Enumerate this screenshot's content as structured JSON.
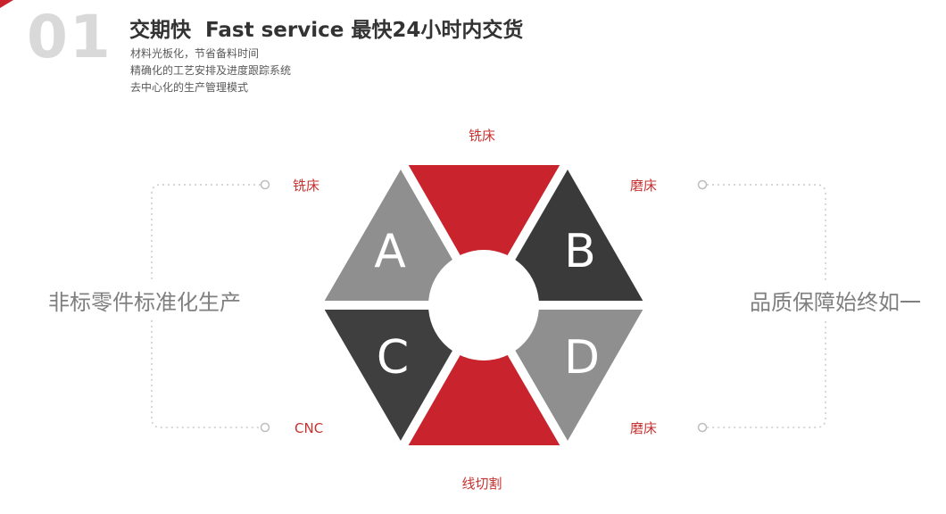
{
  "corner_accent_color": "#c9242e",
  "header": {
    "index_number": "01",
    "title": "交期快  Fast service 最快24小时内交货",
    "bullets": [
      "材料光板化，节省备料时间",
      "精确化的工艺安排及进度跟踪系统",
      "去中心化的生产管理模式"
    ]
  },
  "captions": {
    "left": "非标零件标准化生产",
    "right": "品质保障始终如一"
  },
  "diagram": {
    "letter_color": "#ffffff",
    "label_color": "#c5322f",
    "dotted_line_color": "#c9c9c9",
    "segments": [
      {
        "position": "top",
        "color": "#c9242e",
        "letter": "",
        "label": "铣床"
      },
      {
        "position": "upper-left",
        "color": "#8f8f8f",
        "letter": "A",
        "label": "铣床"
      },
      {
        "position": "upper-right",
        "color": "#3a3a3a",
        "letter": "B",
        "label": "磨床"
      },
      {
        "position": "lower-left",
        "color": "#3f3f3f",
        "letter": "C",
        "label": "CNC"
      },
      {
        "position": "lower-right",
        "color": "#8f8f8f",
        "letter": "D",
        "label": "磨床"
      },
      {
        "position": "bottom",
        "color": "#c9242e",
        "letter": "",
        "label": "线切割"
      }
    ]
  }
}
